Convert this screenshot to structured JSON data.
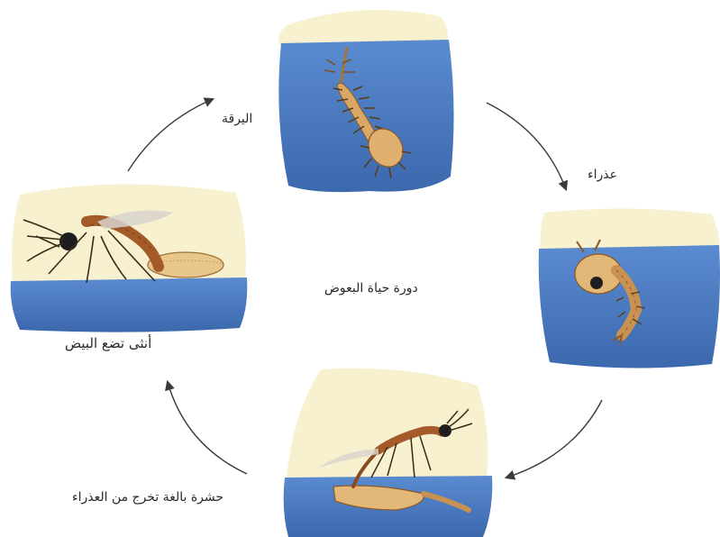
{
  "title": "دورة حياة البعوض",
  "stages": {
    "larva": "اليرقة",
    "pupa": "عذراء",
    "adult": "حشرة بالغة تخرج من العذراء",
    "eggs": "أنثى تضع البيض"
  },
  "colors": {
    "water": "#4f7fc4",
    "water_dark": "#3a66aa",
    "paper": "#f7f1cf",
    "insect": "#c98f4f",
    "arrow": "#3a3a3a"
  }
}
